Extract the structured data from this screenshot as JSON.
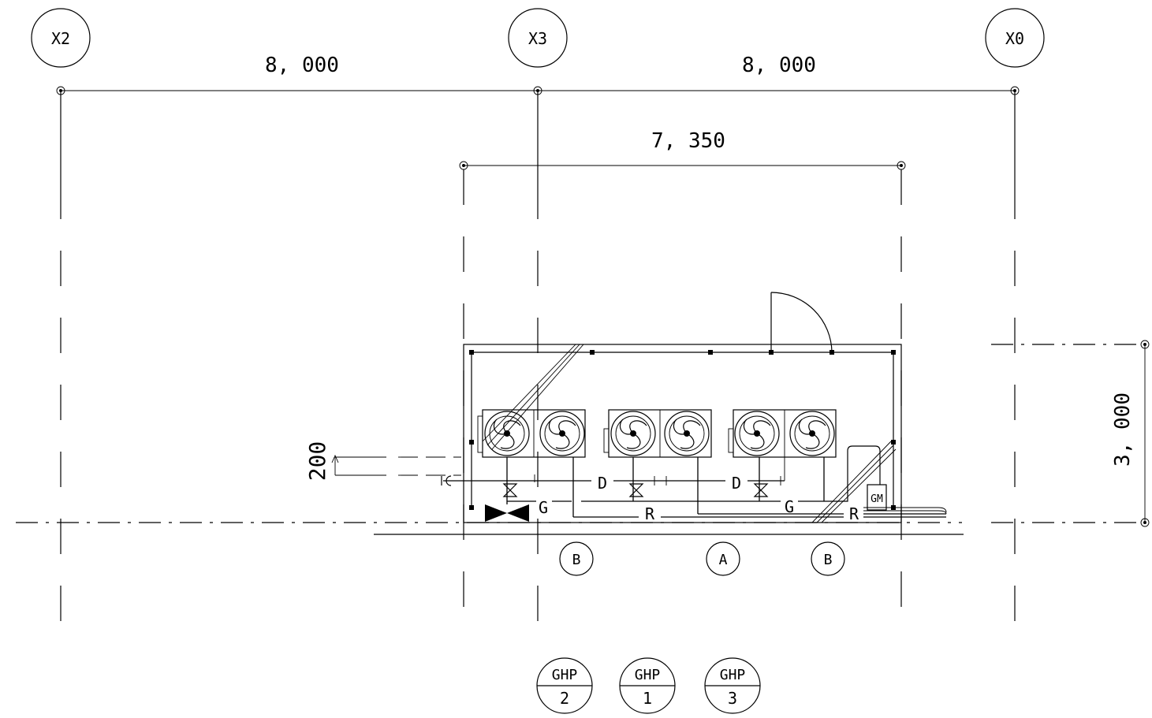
{
  "grid_axes": [
    {
      "id": "x2",
      "label": "X2"
    },
    {
      "id": "x3",
      "label": "X3"
    },
    {
      "id": "x0",
      "label": "X0"
    }
  ],
  "dimensions": {
    "span_x2_x3": "8, 000",
    "span_x3_x0": "8, 000",
    "equipment_span": "7, 350",
    "depth": "3, 000",
    "offset": "200"
  },
  "pipe_labels": {
    "d1": "D",
    "d2": "D",
    "g1": "G",
    "g2": "G",
    "r1": "R",
    "r2": "R"
  },
  "meter_label": "GM",
  "zone_markers": [
    {
      "id": "b-left",
      "label": "B"
    },
    {
      "id": "a",
      "label": "A"
    },
    {
      "id": "b-right",
      "label": "B"
    }
  ],
  "unit_tags": [
    {
      "top": "GHP",
      "bottom": "2"
    },
    {
      "top": "GHP",
      "bottom": "1"
    },
    {
      "top": "GHP",
      "bottom": "3"
    }
  ],
  "icon_names": [
    "gate-valve-icon",
    "fan-icon",
    "motorized-valve-icon",
    "gas-meter-icon",
    "door-swing-icon"
  ]
}
